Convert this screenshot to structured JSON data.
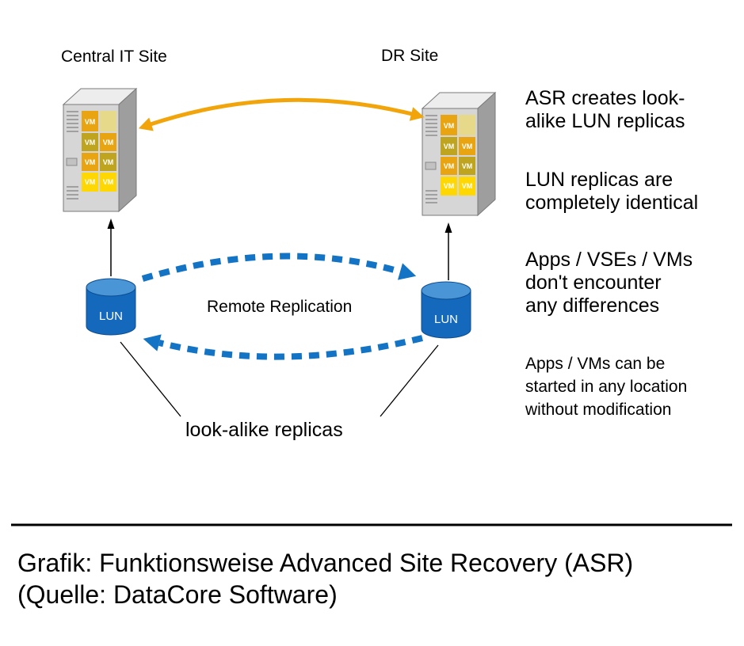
{
  "diagram": {
    "left_site_label": "Central IT Site",
    "right_site_label": "DR Site",
    "lun_label": "LUN",
    "vm_label": "VM",
    "remote_replication_label": "Remote Replication",
    "replicas_label": "look-alike replicas"
  },
  "annotations": [
    {
      "lines": [
        "ASR creates look-",
        "alike LUN replicas"
      ]
    },
    {
      "lines": [
        "LUN replicas are",
        "completely identical"
      ]
    },
    {
      "lines": [
        "Apps / VSEs / VMs",
        "don't encounter",
        "any differences"
      ]
    },
    {
      "lines": [
        "Apps / VMs can be",
        "started in any location",
        "without modification"
      ]
    }
  ],
  "caption": {
    "line1": "Grafik: Funktionsweise Advanced Site Recovery (ASR)",
    "line2": "(Quelle: DataCore Software)"
  },
  "colors": {
    "sync_orange": "#f2a50a",
    "replication_blue": "#1373c4",
    "lun_blue": "#1569bd",
    "lun_top_blue": "#4a95d6",
    "vm_gold": "#e9a511"
  }
}
